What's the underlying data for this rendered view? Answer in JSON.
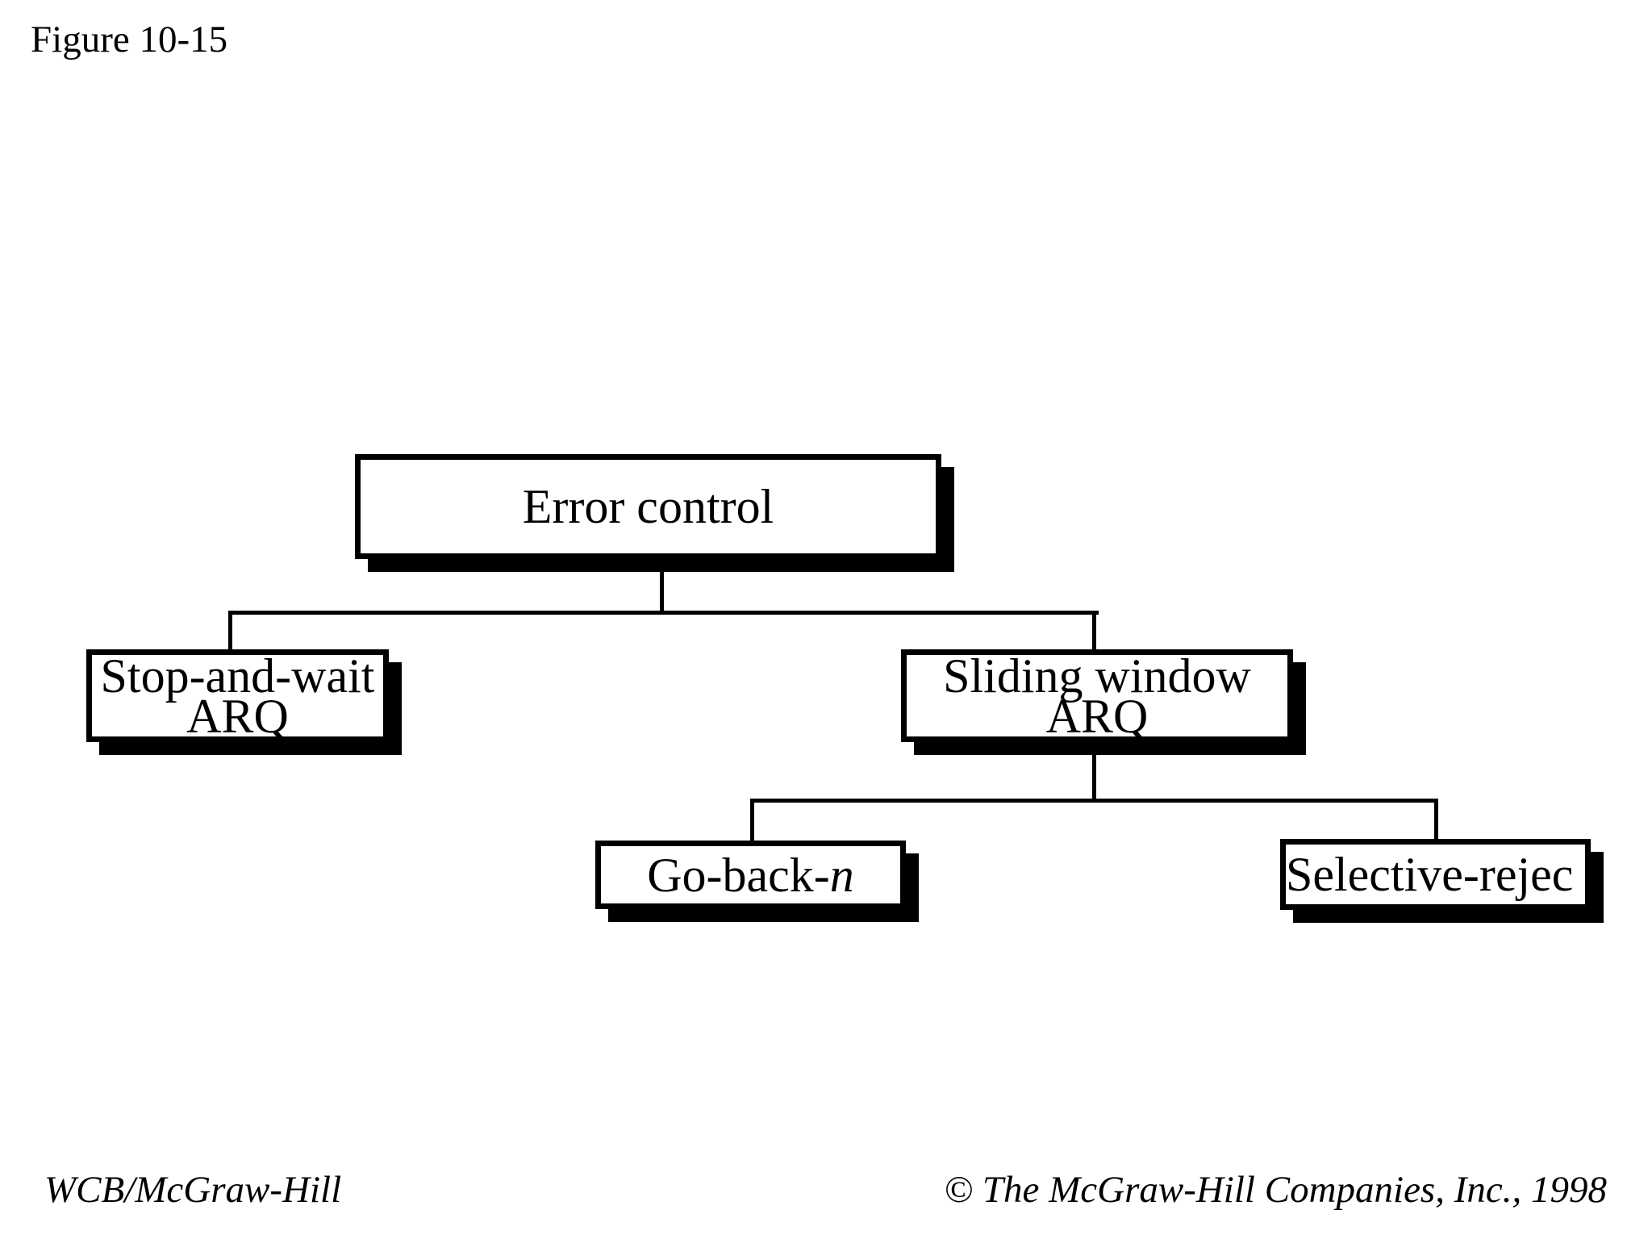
{
  "page": {
    "figure_label": "Figure 10-15",
    "background_color": "#ffffff",
    "ink_color": "#000000"
  },
  "diagram": {
    "type": "tree",
    "nodes": {
      "error_control": {
        "label": "Error control"
      },
      "stop_and_wait": {
        "line1": "Stop-and-wait",
        "line2": "ARQ"
      },
      "sliding_window": {
        "line1": "Sliding window",
        "line2": "ARQ"
      },
      "go_back_n": {
        "label_prefix": "Go-back-",
        "label_italic_suffix": "n"
      },
      "selective_reject": {
        "label": "Selective-rejec"
      }
    },
    "edges": [
      {
        "from": "error_control",
        "to": "stop_and_wait"
      },
      {
        "from": "error_control",
        "to": "sliding_window"
      },
      {
        "from": "sliding_window",
        "to": "go_back_n"
      },
      {
        "from": "sliding_window",
        "to": "selective_reject"
      }
    ]
  },
  "footer": {
    "left_credit": "WCB/McGraw-Hill",
    "right_copyright": "© The McGraw-Hill Companies, Inc., 1998"
  }
}
